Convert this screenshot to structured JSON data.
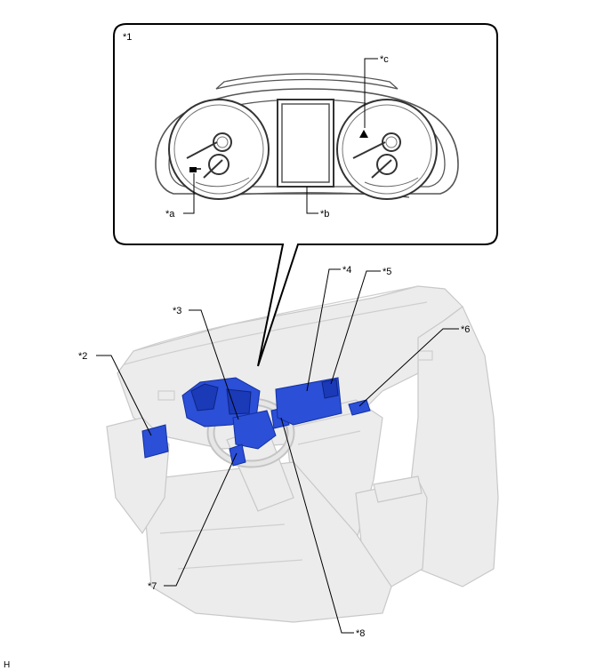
{
  "labels": {
    "l1": "*1",
    "la": "*a",
    "lb": "*b",
    "lc": "*c",
    "l2": "*2",
    "l3": "*3",
    "l4": "*4",
    "l5": "*5",
    "l6": "*6",
    "l7": "*7",
    "l8": "*8"
  },
  "corner_letter": "H",
  "colors": {
    "highlight": "#2b4fd6",
    "vehicle": "#ececec",
    "outline": "#000000"
  }
}
